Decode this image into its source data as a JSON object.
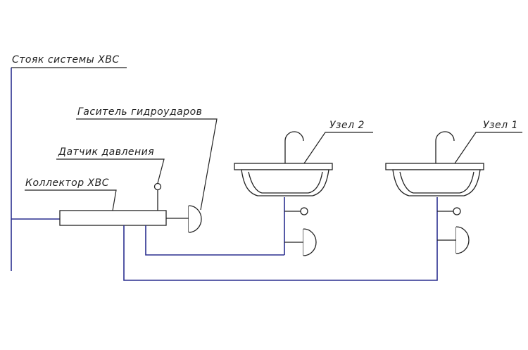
{
  "labels": {
    "riser": "Стояк системы ХВС",
    "water_hammer_arrester": "Гаситель гидроударов",
    "pressure_sensor": "Датчик давления",
    "collector": "Коллектор ХВС",
    "node2": "Узел 2",
    "node1": "Узел 1"
  },
  "colors": {
    "pipe": "#2a2f8f",
    "line": "#222222",
    "background": "#ffffff"
  }
}
